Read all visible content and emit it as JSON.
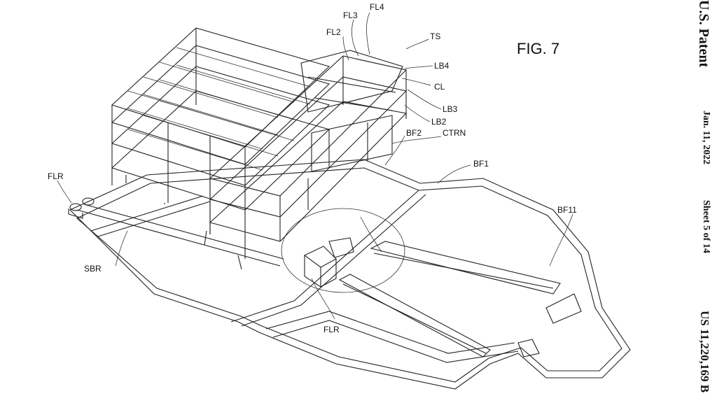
{
  "figure_label": "FIG. 7",
  "header": {
    "patent_type": "U.S. Patent",
    "date": "Jan. 11, 2022",
    "sheet": "Sheet 5 of 14",
    "patent_number": "US 11,220,169 B"
  },
  "labels": {
    "fl4": "FL4",
    "fl3": "FL3",
    "fl2": "FL2",
    "ts": "TS",
    "lb4": "LB4",
    "cl": "CL",
    "lb3": "LB3",
    "lb2": "LB2",
    "ctrn": "CTRN",
    "bf2": "BF2",
    "bf1": "BF1",
    "bf11": "BF11",
    "flr_top": "FLR",
    "sbr": "SBR",
    "flr_bottom": "FLR"
  }
}
